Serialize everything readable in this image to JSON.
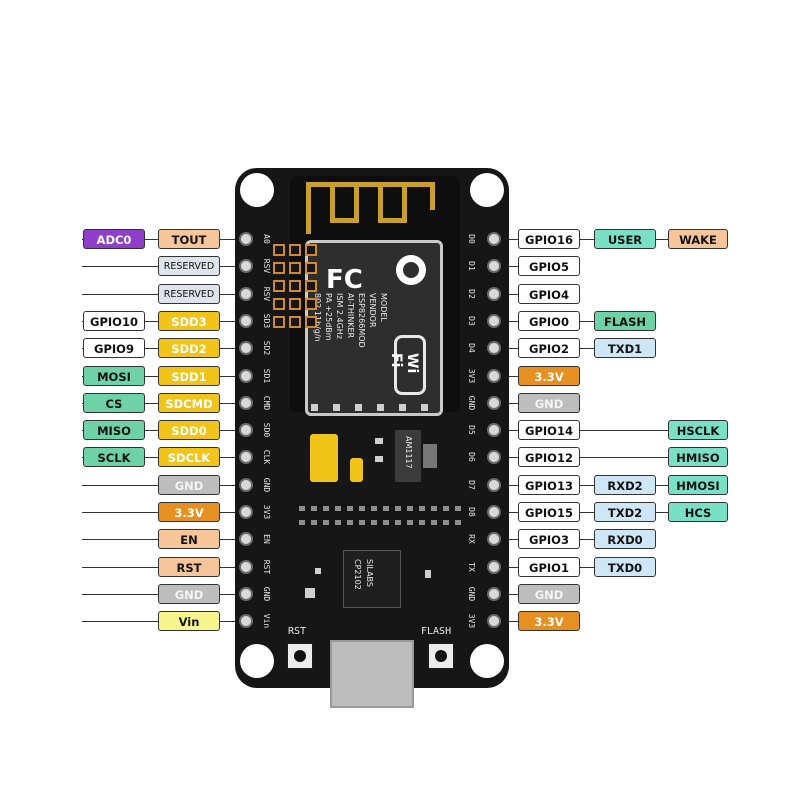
{
  "colors": {
    "gpio": "#ffffff",
    "purple": "#8e3ec8",
    "peach": "#f7c59a",
    "gold": "#f0c419",
    "mint": "#6fd1a8",
    "teal": "#79e0c5",
    "lightblue": "#cfe6f7",
    "gray": "#bdbdbd",
    "orange": "#e59020",
    "yellow": "#f6f48a",
    "reserved": "#dfe3ec"
  },
  "board": {
    "module_text": [
      "MODEL",
      "VENDOR",
      "ESP8266MOD",
      "AI-THINKER",
      "ISM 2.4GHz",
      "PA +25dBm",
      "802.11b/g/n"
    ],
    "fcc": "FC",
    "wifi_logo": "Wi Fi",
    "reg_chip": "AM1117",
    "usb_chip": [
      "SILABS",
      "CP2102"
    ],
    "rst_button_label": "RST",
    "flash_button_label": "FLASH",
    "left_pins": [
      "A0",
      "RSV",
      "RSV",
      "SD3",
      "SD2",
      "SD1",
      "CMD",
      "SD0",
      "CLK",
      "GND",
      "3V3",
      "EN",
      "RST",
      "GND",
      "Vin"
    ],
    "right_pins": [
      "D0",
      "D1",
      "D2",
      "D3",
      "D4",
      "3V3",
      "GND",
      "D5",
      "D6",
      "D7",
      "D8",
      "RX",
      "TX",
      "GND",
      "3V3"
    ]
  },
  "left_rows": [
    {
      "row": 0,
      "labels": [
        {
          "text": "TOUT",
          "color": "peach"
        },
        {
          "text": "ADC0",
          "color": "purple"
        }
      ]
    },
    {
      "row": 1,
      "labels": [
        {
          "text": "RESERVED",
          "color": "reserved"
        }
      ]
    },
    {
      "row": 2,
      "labels": [
        {
          "text": "RESERVED",
          "color": "reserved"
        }
      ]
    },
    {
      "row": 3,
      "labels": [
        {
          "text": "SDD3",
          "color": "gold"
        },
        {
          "text": "GPIO10",
          "color": "gpio"
        }
      ]
    },
    {
      "row": 4,
      "labels": [
        {
          "text": "SDD2",
          "color": "gold"
        },
        {
          "text": "GPIO9",
          "color": "gpio"
        }
      ]
    },
    {
      "row": 5,
      "labels": [
        {
          "text": "SDD1",
          "color": "gold"
        },
        {
          "text": "MOSI",
          "color": "mint"
        }
      ]
    },
    {
      "row": 6,
      "labels": [
        {
          "text": "SDCMD",
          "color": "gold"
        },
        {
          "text": "CS",
          "color": "mint"
        }
      ]
    },
    {
      "row": 7,
      "labels": [
        {
          "text": "SDD0",
          "color": "gold"
        },
        {
          "text": "MISO",
          "color": "mint"
        }
      ]
    },
    {
      "row": 8,
      "labels": [
        {
          "text": "SDCLK",
          "color": "gold"
        },
        {
          "text": "SCLK",
          "color": "mint"
        }
      ]
    },
    {
      "row": 9,
      "labels": [
        {
          "text": "GND",
          "color": "gray"
        }
      ]
    },
    {
      "row": 10,
      "labels": [
        {
          "text": "3.3V",
          "color": "orange"
        }
      ]
    },
    {
      "row": 11,
      "labels": [
        {
          "text": "EN",
          "color": "peach"
        }
      ]
    },
    {
      "row": 12,
      "labels": [
        {
          "text": "RST",
          "color": "peach"
        }
      ]
    },
    {
      "row": 13,
      "labels": [
        {
          "text": "GND",
          "color": "gray"
        }
      ]
    },
    {
      "row": 14,
      "labels": [
        {
          "text": "Vin",
          "color": "yellow"
        }
      ]
    }
  ],
  "right_rows": [
    {
      "row": 0,
      "labels": [
        {
          "text": "GPIO16",
          "color": "gpio"
        },
        {
          "text": "USER",
          "color": "teal"
        },
        {
          "text": "WAKE",
          "color": "peach"
        }
      ]
    },
    {
      "row": 1,
      "labels": [
        {
          "text": "GPIO5",
          "color": "gpio"
        }
      ]
    },
    {
      "row": 2,
      "labels": [
        {
          "text": "GPIO4",
          "color": "gpio"
        }
      ]
    },
    {
      "row": 3,
      "labels": [
        {
          "text": "GPIO0",
          "color": "gpio"
        },
        {
          "text": "FLASH",
          "color": "mint"
        }
      ]
    },
    {
      "row": 4,
      "labels": [
        {
          "text": "GPIO2",
          "color": "gpio"
        },
        {
          "text": "TXD1",
          "color": "lightblue"
        }
      ]
    },
    {
      "row": 5,
      "labels": [
        {
          "text": "3.3V",
          "color": "orange"
        }
      ]
    },
    {
      "row": 6,
      "labels": [
        {
          "text": "GND",
          "color": "gray"
        }
      ]
    },
    {
      "row": 7,
      "labels": [
        {
          "text": "GPIO14",
          "color": "gpio"
        },
        {
          "text": "HSCLK",
          "color": "teal",
          "far": true
        }
      ]
    },
    {
      "row": 8,
      "labels": [
        {
          "text": "GPIO12",
          "color": "gpio"
        },
        {
          "text": "HMISO",
          "color": "teal",
          "far": true
        }
      ]
    },
    {
      "row": 9,
      "labels": [
        {
          "text": "GPIO13",
          "color": "gpio"
        },
        {
          "text": "RXD2",
          "color": "lightblue"
        },
        {
          "text": "HMOSI",
          "color": "teal"
        }
      ]
    },
    {
      "row": 10,
      "labels": [
        {
          "text": "GPIO15",
          "color": "gpio"
        },
        {
          "text": "TXD2",
          "color": "lightblue"
        },
        {
          "text": "HCS",
          "color": "teal"
        }
      ]
    },
    {
      "row": 11,
      "labels": [
        {
          "text": "GPIO3",
          "color": "gpio"
        },
        {
          "text": "RXD0",
          "color": "lightblue"
        }
      ]
    },
    {
      "row": 12,
      "labels": [
        {
          "text": "GPIO1",
          "color": "gpio"
        },
        {
          "text": "TXD0",
          "color": "lightblue"
        }
      ]
    },
    {
      "row": 13,
      "labels": [
        {
          "text": "GND",
          "color": "gray"
        }
      ]
    },
    {
      "row": 14,
      "labels": [
        {
          "text": "3.3V",
          "color": "orange"
        }
      ]
    }
  ]
}
